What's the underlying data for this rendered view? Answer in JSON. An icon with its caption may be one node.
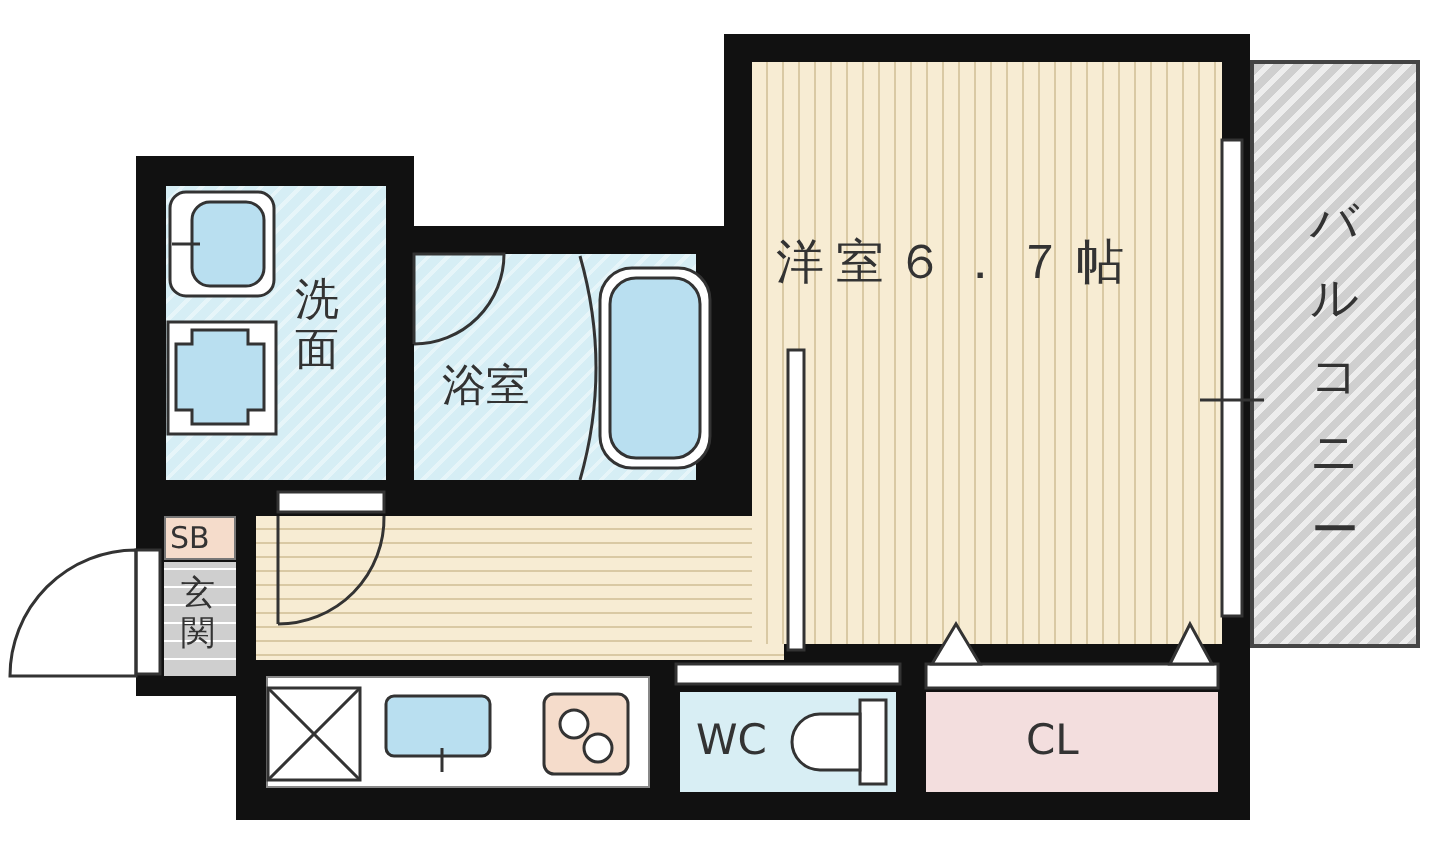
{
  "diagram": {
    "nodes": [
      {
        "text": [
          "洗面"
        ]
      },
      {
        "text": [
          "浴室"
        ]
      },
      {
        "text": [
          "洋室６．７帖"
        ]
      },
      {
        "text": [
          "バルコニー"
        ]
      },
      {
        "text": [
          "SB"
        ]
      },
      {
        "text": [
          "玄関"
        ]
      },
      {
        "text": [
          "WC"
        ]
      },
      {
        "text": [
          "CL"
        ]
      }
    ]
  }
}
